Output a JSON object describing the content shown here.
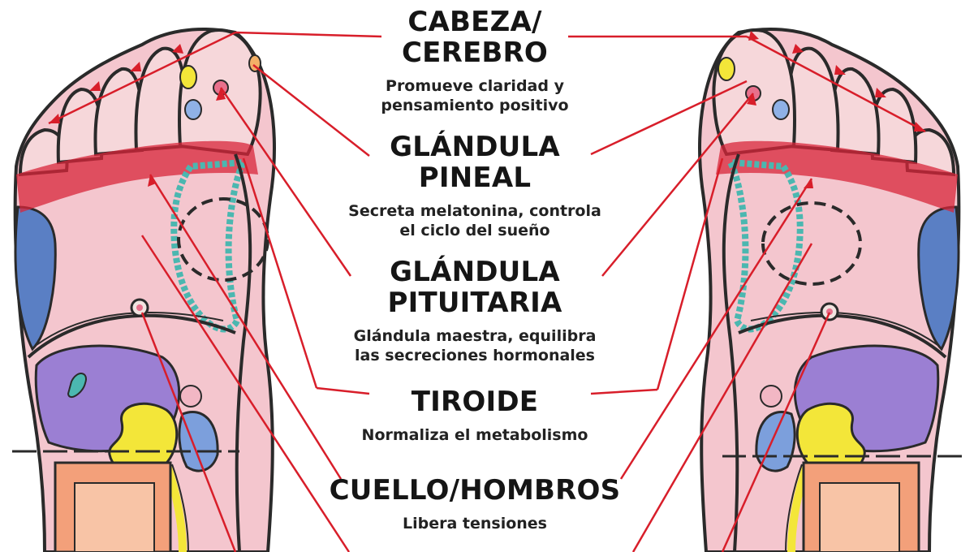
{
  "colors": {
    "foot_skin": "#f3c9d0",
    "toe_skin": "#f5d5d8",
    "band": "#d8263a",
    "line_red": "#d81e2a",
    "outline": "#2a2a2a",
    "blue_zone": "#5a7fc4",
    "purple_zone": "#9b7fd3",
    "teal_zone": "#4bb7b0",
    "yellow_zone": "#f3e639",
    "orange_zone": "#f3a07a"
  },
  "labels": [
    {
      "title_lines": [
        "CABEZA/",
        "CEREBRO"
      ],
      "description_lines": [
        "Promueve claridad y",
        "pensamiento positivo"
      ]
    },
    {
      "title_lines": [
        "GLÁNDULA",
        "PINEAL"
      ],
      "description_lines": [
        "Secreta melatonina, controla",
        "el ciclo del sueño"
      ]
    },
    {
      "title_lines": [
        "GLÁNDULA",
        "PITUITARIA"
      ],
      "description_lines": [
        "Glándula maestra, equilibra",
        "las secreciones hormonales"
      ]
    },
    {
      "title_lines": [
        "TIROIDE"
      ],
      "description_lines": [
        "Normaliza el metabolismo"
      ]
    },
    {
      "title_lines": [
        "CUELLO/HOMBROS"
      ],
      "description_lines": [
        "Libera tensiones"
      ]
    }
  ]
}
